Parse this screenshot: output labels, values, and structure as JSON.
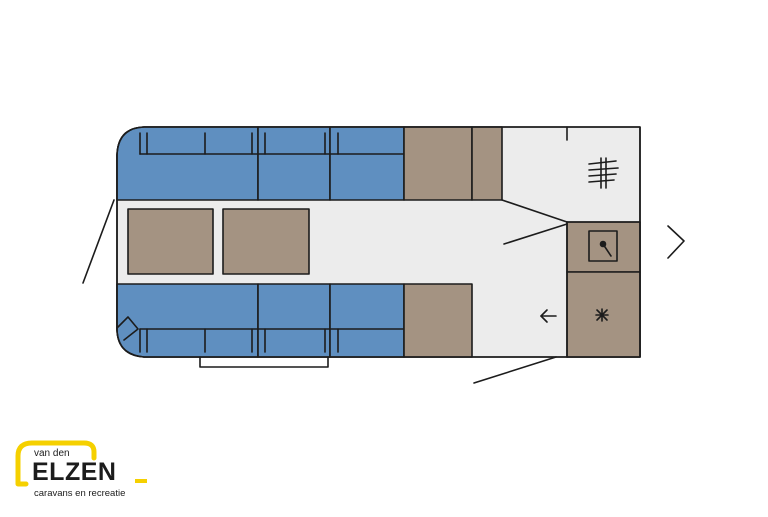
{
  "brand": {
    "name_small": "van den",
    "name_big": "ELZEN",
    "tagline": "caravans en recreatie",
    "accent_color": "#f5d000",
    "text_color": "#1c1c1c"
  },
  "floorplan": {
    "colors": {
      "seating": "#5f8fc0",
      "furniture": "#a49382",
      "floor": "#ececec",
      "wall": "#1c1c1c"
    },
    "icons": [
      "radiator-icon",
      "sink-icon",
      "cooktop-icon",
      "arrow-left-icon",
      "chevron-right-icon"
    ]
  }
}
